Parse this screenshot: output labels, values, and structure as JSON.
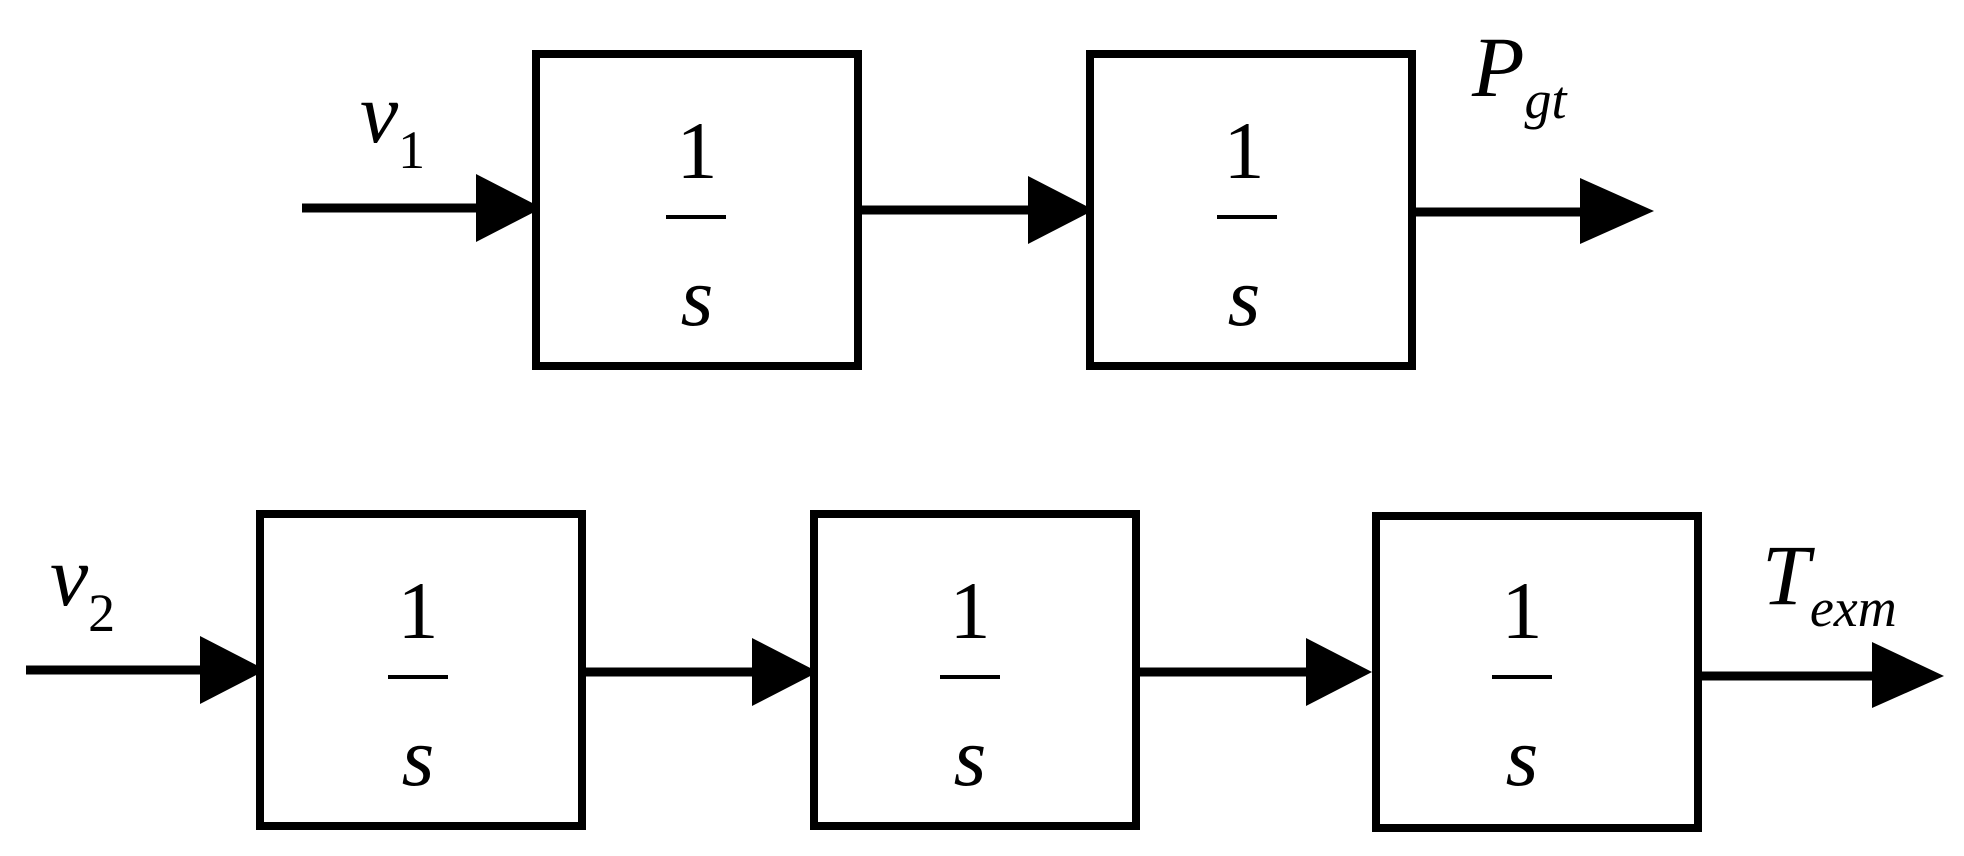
{
  "diagram": {
    "top_chain": {
      "input_signal": {
        "symbol": "v",
        "subscript": "1"
      },
      "blocks": [
        {
          "numerator": "1",
          "denominator": "s"
        },
        {
          "numerator": "1",
          "denominator": "s"
        }
      ],
      "output_signal": {
        "symbol": "P",
        "subscript": "gt"
      }
    },
    "bottom_chain": {
      "input_signal": {
        "symbol": "v",
        "subscript": "2"
      },
      "blocks": [
        {
          "numerator": "1",
          "denominator": "s"
        },
        {
          "numerator": "1",
          "denominator": "s"
        },
        {
          "numerator": "1",
          "denominator": "s"
        }
      ],
      "output_signal": {
        "symbol": "T",
        "subscript": "exm"
      }
    }
  }
}
